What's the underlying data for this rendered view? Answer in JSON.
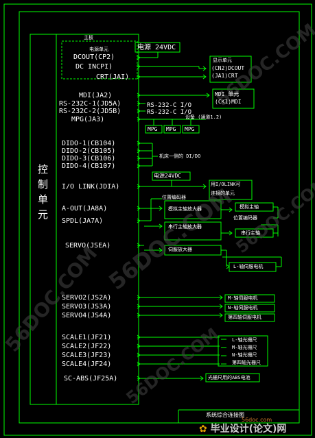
{
  "colors": {
    "background": "#000000",
    "frame": "#00ff00",
    "wire": "#00ff00",
    "text": "#ffffff"
  },
  "watermark": {
    "text1": "56DOC.COM",
    "text2": "56DOC.COM",
    "text3": "56DOC.COM",
    "text4": "56DOC.COM",
    "text5": "56DOC.COM",
    "footer_site": "56doc.com",
    "footer_brand": "毕业设计(论文)网"
  },
  "control_unit": {
    "c1": "控",
    "c2": "制",
    "c3": "单",
    "c4": "元"
  },
  "main_board": {
    "title": "主板",
    "power_unit": "电源单元",
    "dcout": "DCOUT(CP2)",
    "dcin": "DC INCPI)",
    "crt": "CRT(JAI)"
  },
  "ports": {
    "mdi": "MDI(JA2)",
    "rs1": "RS-232C-1(JD5A)",
    "rs2": "RS-232C-2(JD5B)",
    "mpg": "MPG(JA3)",
    "dido1": "DIDO-1(CB104)",
    "dido2": "DIDO-2(CB105)",
    "dido3": "DIDO-3(CB106)",
    "dido4": "DIDO-4(CB107)",
    "iolink": "I/O LINK(JDIA)",
    "aout": "A-OUT(JA8A)",
    "spdl": "SPDL(JA7A)",
    "servo": "SERVO(JSEA)",
    "servo2": "SERVO2(JS2A)",
    "servo3": "SERVO3(JS3A)",
    "servo4": "SERVO4(JS4A)",
    "scale1": "SCALE1(JF21)",
    "scale2": "SCALE2(JF22)",
    "scale3": "SCALE3(JF23)",
    "scale4": "SCALE4(JF24)",
    "scabs": "SC-ABS(JF25A)"
  },
  "labels": {
    "power24": "电源 24VDC",
    "display_unit": "显示单元",
    "cn2": "(CN2)DCOUT",
    "ja1": "(JA1)CRT",
    "mdi_unit": "MDI 单元",
    "ck1": "(CK1)MDI",
    "rs_io1": "RS-232-C I/O",
    "rs_io2": "RS-232-C I/O",
    "device": "设备  (通道1.2)",
    "mpg1": "MPG",
    "mpg2": "MPG",
    "mpg3": "MPG",
    "machine_dido": "机床一侧的 DI/DO",
    "power24b": "电源24VDC",
    "iolink_unit1": "用I/OLINK可",
    "iolink_unit2": "连接的单元",
    "pos_encoder": "位置编码器",
    "analog_amp": "模拟主轴放大器",
    "analog_spindle": "模拟主轴",
    "pos_encoder2": "位置编码器",
    "serial_amp": "串行主轴放大器",
    "serial_spindle": "串行主轴",
    "servo_amp": "伺服放大器",
    "l_motor": "L-轴伺服电机",
    "m_motor": "M-轴伺服电机",
    "n_motor": "N-轴伺服电机",
    "axis4_motor": "第四轴伺服电机",
    "l_scale": "L-轴光栅尺",
    "m_scale": "M-轴光栅尺",
    "n_scale": "N-轴光栅尺",
    "axis4_scale": "第四轴光栅尺",
    "abs_battery": "光栅尺用的ABS电池",
    "footer_title": "系统综合连接图"
  }
}
